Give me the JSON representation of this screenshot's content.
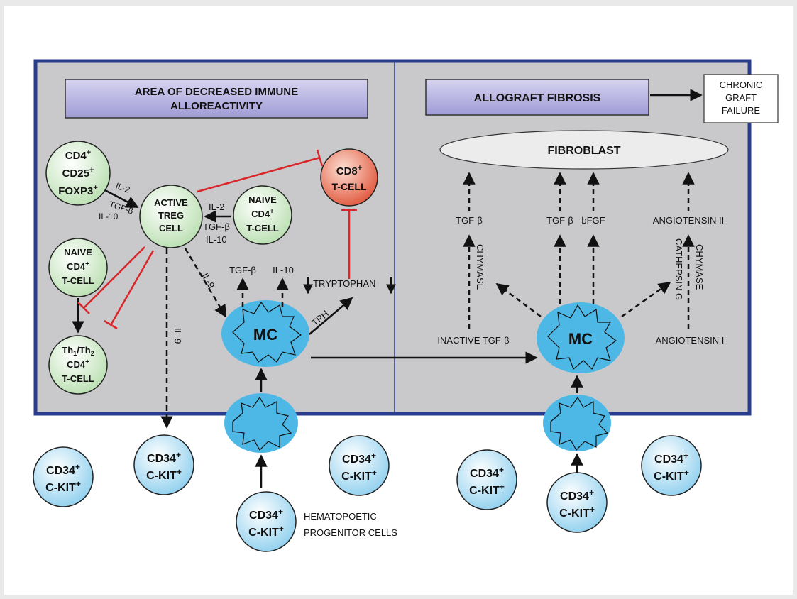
{
  "header_left": "AREA OF DECREASED IMMUNE\nALLOREACTIVITY",
  "header_right": "ALLOGRAFT FIBROSIS",
  "chronic": "CHRONIC\nGRAFT\nFAILURE",
  "fibroblast": "FIBROBLAST",
  "cells": {
    "cd4_cd25_foxp3": [
      "CD4",
      "+",
      "CD25",
      "+",
      "FOXP3",
      "+"
    ],
    "active_treg": "ACTIVE\nTREG\nCELL",
    "naive_cd4_a": [
      "NAIVE",
      "CD4",
      "+",
      "T-CELL"
    ],
    "naive_cd4_b": [
      "NAIVE",
      "CD4",
      "+",
      "T-CELL"
    ],
    "cd8": [
      "CD8",
      "+",
      "T-CELL"
    ],
    "th": [
      "Th",
      "1",
      "/Th",
      "2",
      "CD4",
      "+",
      "T-CELL"
    ],
    "mc": "MC",
    "cd34": [
      "CD34",
      "+",
      "C-KIT",
      "+"
    ]
  },
  "labels": {
    "il2_a": "IL-2",
    "tgfb_a": "TGF-β",
    "il10_a": "IL-10",
    "il2_b": "IL-2",
    "tgfb_b": "TGF-β",
    "il10_b": "IL-10",
    "il9_a": "IL-9",
    "il9_b": "IL-9",
    "tgfb_mc": "TGF-β",
    "il10_mc": "IL-10",
    "tryptophan": "TRYPTOPHAN",
    "tph": "TPH",
    "tgfb_r1": "TGF-β",
    "tgfb_r2": "TGF-β",
    "bfgf": "bFGF",
    "angiotensin2": "ANGIOTENSIN II",
    "angiotensin1": "ANGIOTENSIN I",
    "inactive_tgfb": "INACTIVE TGF-β",
    "chymase_a": "CHYMASE",
    "chymase_b": "CHYMASE",
    "cathepsin": "CATHEPSIN G",
    "hematopoetic": "HEMATOPOETIC\nPROGENITOR CELLS"
  },
  "colors": {
    "panel": "#c9c9cb",
    "border": "#2a3d8c",
    "header": "#b9b6e4",
    "green_cell": "#dff0d9",
    "red_cell": "#e86a4c",
    "blue_cell": "#4db8e6",
    "cd34_cell": "#a9dcf3",
    "inhibit": "#d9262a"
  }
}
